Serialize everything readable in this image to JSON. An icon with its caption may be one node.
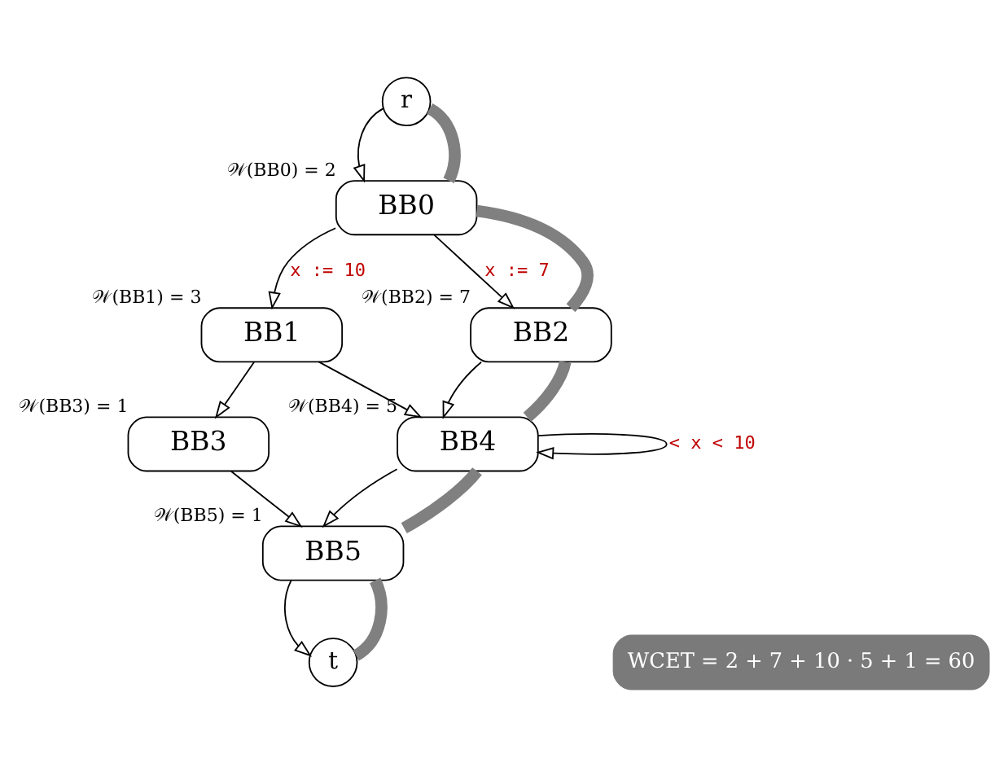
{
  "diagram": {
    "nodes": [
      {
        "text": [
          "r"
        ]
      },
      {
        "text": [
          "BB0"
        ],
        "beside": [
          "𝒲(BB0) = 2"
        ]
      },
      {
        "text": [
          "BB1"
        ],
        "beside": [
          "𝒲(BB1) = 3"
        ]
      },
      {
        "text": [
          "BB2"
        ],
        "beside": [
          "𝒲(BB2) = 7"
        ]
      },
      {
        "text": [
          "BB3"
        ],
        "beside": [
          "𝒲(BB3) = 1"
        ]
      },
      {
        "text": [
          "BB4"
        ],
        "beside": [
          "𝒲(BB4) = 5"
        ]
      },
      {
        "text": [
          "BB5"
        ],
        "beside": [
          "𝒲(BB5) = 1"
        ]
      },
      {
        "text": [
          "t"
        ]
      },
      {
        "text": [
          "WCET = 2 + 7 + 10 · 5 + 1 = 60"
        ]
      }
    ],
    "edges": [
      {
        "from": 0,
        "to": 1,
        "arrow": "to"
      },
      {
        "from": 1,
        "to": 2,
        "arrow": "to",
        "label": "x := 10"
      },
      {
        "from": 1,
        "to": 3,
        "arrow": "to",
        "label": "x := 7"
      },
      {
        "from": 2,
        "to": 4,
        "arrow": "to"
      },
      {
        "from": 2,
        "to": 5,
        "arrow": "to"
      },
      {
        "from": 3,
        "to": 5,
        "arrow": "to"
      },
      {
        "from": 4,
        "to": 6,
        "arrow": "to"
      },
      {
        "from": 5,
        "to": 5,
        "arrow": "to",
        "label": "< x < 10"
      },
      {
        "from": 5,
        "to": 6,
        "arrow": "to"
      },
      {
        "from": 6,
        "to": 7,
        "arrow": "to"
      },
      {
        "from": 0,
        "to": 1,
        "arrow": "none",
        "style": "thick",
        "color": "#808080"
      },
      {
        "from": 1,
        "to": 3,
        "arrow": "none",
        "style": "thick",
        "color": "#808080"
      },
      {
        "from": 3,
        "to": 5,
        "arrow": "none",
        "style": "thick",
        "color": "#808080"
      },
      {
        "from": 5,
        "to": 6,
        "arrow": "none",
        "style": "thick",
        "color": "#808080"
      },
      {
        "from": 6,
        "to": 7,
        "arrow": "none",
        "style": "thick",
        "color": "#808080"
      }
    ]
  }
}
